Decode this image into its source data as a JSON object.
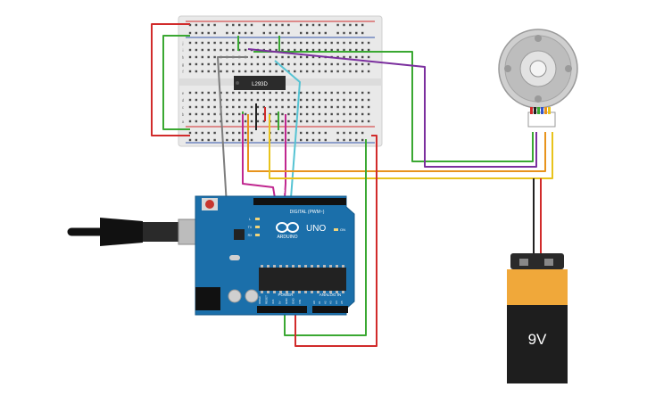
{
  "breadboard": {
    "chip_label": "L293D",
    "row_letters_top": [
      "j",
      "i",
      "h",
      "g",
      "f"
    ],
    "row_letters_bottom": [
      "e",
      "d",
      "c",
      "b",
      "a"
    ]
  },
  "arduino": {
    "board_name": "UNO",
    "brand": "ARDUINO",
    "digital_label": "DIGITAL (PWM~)",
    "power_label": "POWER",
    "analog_label": "ANALOG IN",
    "header_labels": [
      "AREF",
      "GND",
      "13",
      "12",
      "~11",
      "~10",
      "~9",
      "8",
      "7",
      "~6",
      "~5",
      "4",
      "~3",
      "2",
      "TX 1",
      "RX 0"
    ],
    "power_pins": [
      "IOREF",
      "RESET",
      "3V3",
      "5V",
      "GND",
      "GND",
      "VIN"
    ],
    "analog_pins": [
      "A0",
      "A1",
      "A2",
      "A3",
      "A4",
      "A5"
    ],
    "led_labels": [
      "L",
      "TX",
      "RX"
    ],
    "on_label": "ON"
  },
  "battery": {
    "voltage_label": "9V",
    "plus": "+",
    "minus": "−"
  },
  "colors": {
    "red": "#d12b2b",
    "green": "#3aa832",
    "purple": "#7b2f9e",
    "cyan": "#56c3d3",
    "orange": "#e8931c",
    "yellow": "#e8c31c",
    "magenta": "#c0278f",
    "gray": "#7d7d7d",
    "black": "#222222",
    "arduino_blue": "#1b6faa",
    "battery_orange": "#f0a83a"
  }
}
